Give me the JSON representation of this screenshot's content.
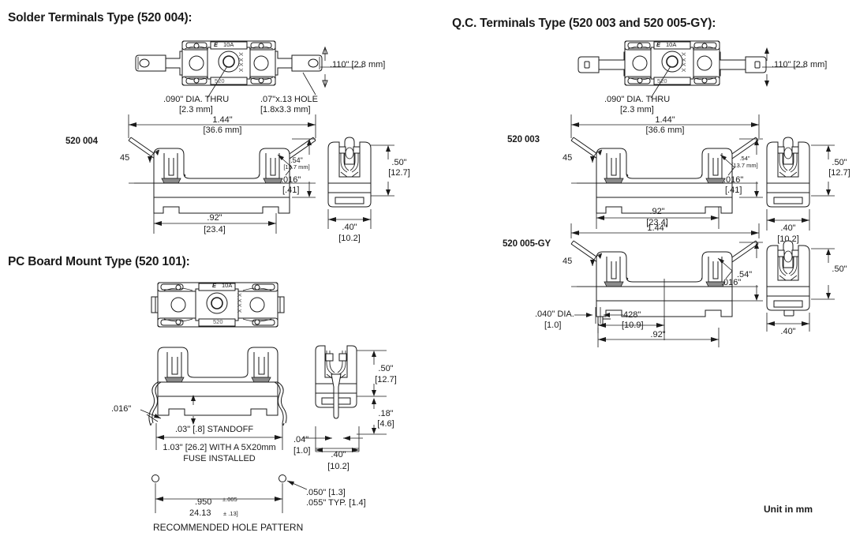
{
  "page": {
    "unit_note": "Unit in mm"
  },
  "sections": [
    {
      "id": "solder",
      "title": "Solder Terminals Type (520 004):",
      "part_label": "520 004",
      "callouts": {
        "height_in": ".110\" [2.8 mm]",
        "dia_thru_l1": ".090\" DIA. THRU",
        "dia_thru_l2": "[2.3 mm]",
        "hole_l1": ".07\"x.13 HOLE",
        "hole_l2": "[1.8x3.3 mm]",
        "len_in": "1.44\"",
        "len_mm": "[36.6 mm]",
        "angle": "45",
        "height54": ".54\"",
        "height54mm": "[13.7 mm]",
        "thick": ".016\"",
        "thick_mm": "[.41]",
        "width92": ".92\"",
        "width92mm": "[23.4]",
        "end_h": ".50\"",
        "end_h_mm": "[12.7]",
        "end_w": ".40\"",
        "end_w_mm": "[10.2]"
      },
      "fuse_marks": {
        "brand": "E",
        "rating": "10A",
        "code": "520",
        "xx_top": "X X",
        "xx_bot": "X X"
      }
    },
    {
      "id": "pcboard",
      "title": "PC Board Mount Type (520 101):",
      "callouts": {
        "thick": ".016\"",
        "standoff": ".03\" [.8] STANDOFF",
        "overall_l1": "1.03\" [26.2] WITH A 5X20mm",
        "overall_l2": "FUSE INSTALLED",
        "pin_w": ".04\"",
        "pin_w_mm": "[1.0]",
        "end_w": ".40\"",
        "end_w_mm": "[10.2]",
        "end_h": ".50\"",
        "end_h_mm": "[12.7]",
        "pin_h": ".18\"",
        "pin_h_mm": "[4.6]",
        "hole_d1": ".050\" [1.3]",
        "hole_d2": ".055\" TYP. [1.4]",
        "pattern_in": ".950",
        "pattern_in_tol": "±.005",
        "pattern_mm": "24.13",
        "pattern_mm_tol": "± .13]",
        "pattern_caption": "RECOMMENDED HOLE PATTERN"
      },
      "fuse_marks": {
        "brand": "E",
        "rating": "10A",
        "code": "520",
        "xx_top": "X X",
        "xx_bot": "X X"
      }
    },
    {
      "id": "qc",
      "title": "Q.C. Terminals Type (520 003 and 520 005-GY):",
      "part_label_a": "520 003",
      "part_label_b": "520 005-GY",
      "callouts": {
        "height_in": ".110\" [2.8 mm]",
        "dia_thru_l1": ".090\" DIA. THRU",
        "dia_thru_l2": "[2.3 mm]",
        "len_in": "1.44\"",
        "len_mm": "[36.6 mm]",
        "angle_a": "45",
        "angle_b": "45",
        "height54_a": ".54\"",
        "height54_a_mm": "[13.7 mm]",
        "thick_a": ".016\"",
        "thick_a_mm": "[.41]",
        "width92_a": ".92\"",
        "width92_a_mm": "[23.4]",
        "end_h_a": ".50\"",
        "end_h_a_mm": "[12.7]",
        "end_w_a": ".40\"",
        "end_w_a_mm": "[10.2]",
        "len_b": "1.44\"",
        "thick_b": ".016\"",
        "height54_b": ".54\"",
        "end_h_b": ".50\"",
        "end_w_b": ".40\"",
        "pin_dia_l1": ".040\" DIA.",
        "pin_dia_l2": "[1.0]",
        "pitch_in": "428\"",
        "pitch_mm": "[10.9]",
        "width92_b": ".92\""
      },
      "fuse_marks": {
        "brand": "E",
        "rating": "10A",
        "code": "520",
        "xx_top": "X X",
        "xx_bot": "X X"
      }
    }
  ]
}
